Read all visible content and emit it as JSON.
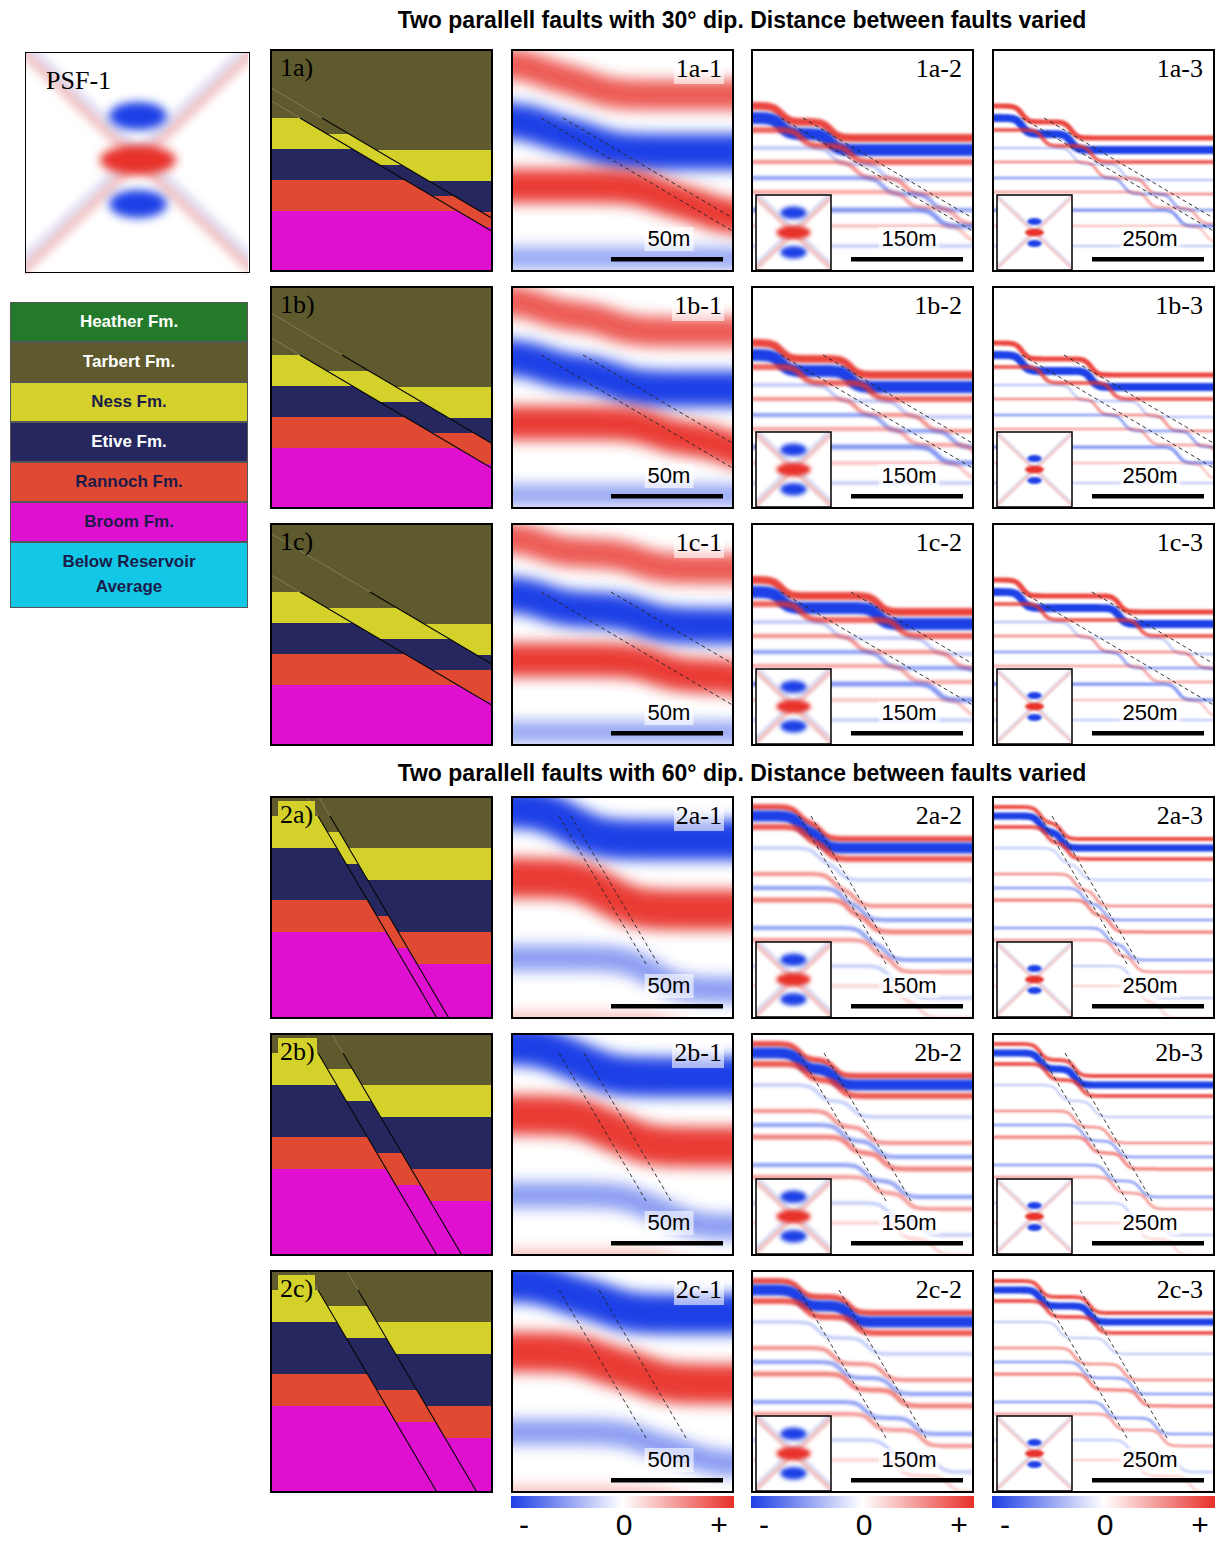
{
  "diagram": {
    "title": "Two parallell faults with 30° dip. Distance between faults varied",
    "nodes": [
      {
        "text": [
          "PSF-1"
        ]
      },
      {
        "text": [
          "1a)"
        ]
      },
      {
        "text": [
          "1a-1",
          "50m"
        ]
      },
      {
        "text": [
          "1a-2",
          "150m"
        ]
      },
      {
        "text": [
          "1a-3",
          "250m"
        ]
      },
      {
        "text": [
          "1b)"
        ]
      },
      {
        "text": [
          "1b-1",
          "50m"
        ]
      },
      {
        "text": [
          "1b-2",
          "150m"
        ]
      },
      {
        "text": [
          "1b-3",
          "250m"
        ]
      },
      {
        "text": [
          "1c)"
        ]
      },
      {
        "text": [
          "1c-1",
          "50m"
        ]
      },
      {
        "text": [
          "1c-2",
          "150m"
        ]
      },
      {
        "text": [
          "1c-3",
          "250m"
        ]
      },
      {
        "text": [
          "2a)"
        ]
      },
      {
        "text": [
          "2a-1",
          "50m"
        ]
      },
      {
        "text": [
          "2a-2",
          "150m"
        ]
      },
      {
        "text": [
          "2a-3",
          "250m"
        ]
      },
      {
        "text": [
          "2b)"
        ]
      },
      {
        "text": [
          "2b-1",
          "50m"
        ]
      },
      {
        "text": [
          "2b-2",
          "150m"
        ]
      },
      {
        "text": [
          "2b-3",
          "250m"
        ]
      },
      {
        "text": [
          "2c)"
        ]
      },
      {
        "text": [
          "2c-1",
          "50m"
        ]
      },
      {
        "text": [
          "2c-2",
          "150m"
        ]
      },
      {
        "text": [
          "2c-3",
          "250m"
        ]
      }
    ],
    "labels": [
      "Two parallell faults with 60° dip. Distance between faults varied",
      "-",
      "0",
      "+",
      "-",
      "0",
      "+",
      "-",
      "0",
      "+"
    ],
    "legend": [
      {
        "text": "Heather Fm.",
        "color": "#237a2a"
      },
      {
        "text": "Tarbert Fm.",
        "color": "#5f5a2e"
      },
      {
        "text": "Ness Fm.",
        "color": "#d4d22a"
      },
      {
        "text": "Etive Fm.",
        "color": "#25275e"
      },
      {
        "text": "Rannoch Fm.",
        "color": "#e04a32"
      },
      {
        "text": "Broom Fm.",
        "color": "#e010d0"
      },
      {
        "text": "Below Reservoir Average",
        "color": "#12c8e6"
      }
    ]
  }
}
